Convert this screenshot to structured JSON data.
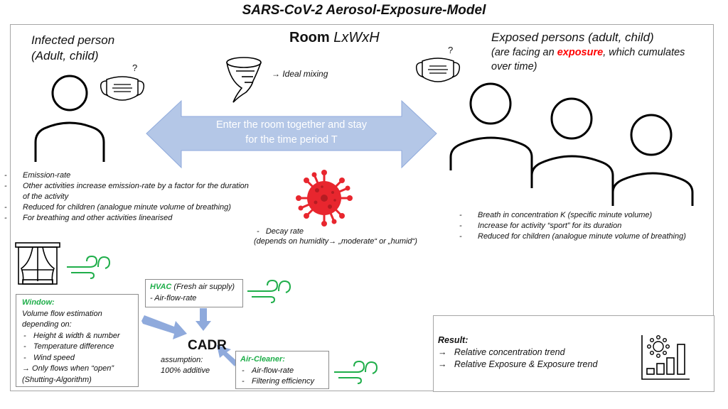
{
  "title": "SARS-CoV-2 Aerosol-Exposure-Model",
  "colors": {
    "arrow_fill": "#b4c7e7",
    "arrow_stroke": "#8faadc",
    "connector": "#8faadc",
    "green": "#1fae4a",
    "virus_red": "#e8262e",
    "highlight_red": "#ff0000",
    "frame": "#a6a6a6"
  },
  "infected": {
    "heading": "Infected person",
    "subheading": "(Adult, child)",
    "mask_question": "?",
    "bullets": [
      "Emission-rate",
      "Other activities increase emission-rate by a factor for the duration of the activity",
      "Reduced for children (analogue minute volume of breathing)",
      "For breathing and other activities linearised"
    ]
  },
  "room": {
    "label_bold": "Room",
    "label_dims": "LxWxH",
    "mixing": "Ideal mixing",
    "arrow_text_line1": "Enter the room together and stay",
    "arrow_text_line2": "for the time period T"
  },
  "exposed": {
    "heading": "Exposed persons (adult, child)",
    "sub_prefix": "(are facing an ",
    "sub_highlight": "exposure",
    "sub_suffix": ",  which cumulates",
    "sub_line2": "over time)",
    "mask_question": "?",
    "bullets": [
      "Breath in concentration K (specific minute volume)",
      "Increase for activity “sport” for its duration",
      "Reduced for children (analogue minute volume of breathing)"
    ]
  },
  "decay": {
    "line1": "Decay rate",
    "line2": "(depends on humidity→ „moderate“ or „humid“)"
  },
  "window": {
    "title": "Window:",
    "line1": "Volume flow estimation",
    "line2": "depending on:",
    "items": [
      "Height & width & number",
      "Temperature difference",
      "Wind speed"
    ],
    "note1": "→ Only flows when “open”",
    "note2": "(Shutting-Algorithm)"
  },
  "hvac": {
    "title": "HVAC",
    "title_suffix": " (Fresh air supply)",
    "item": "- Air-flow-rate"
  },
  "cadr": {
    "label": "CADR",
    "assumption1": "assumption:",
    "assumption2": "100% additive"
  },
  "air_cleaner": {
    "title": "Air-Cleaner:",
    "items": [
      "Air-flow-rate",
      "Filtering efficiency"
    ]
  },
  "result": {
    "title": "Result:",
    "items": [
      "Relative concentration trend",
      "Relative Exposure & Exposure trend"
    ],
    "arrow": "→"
  }
}
